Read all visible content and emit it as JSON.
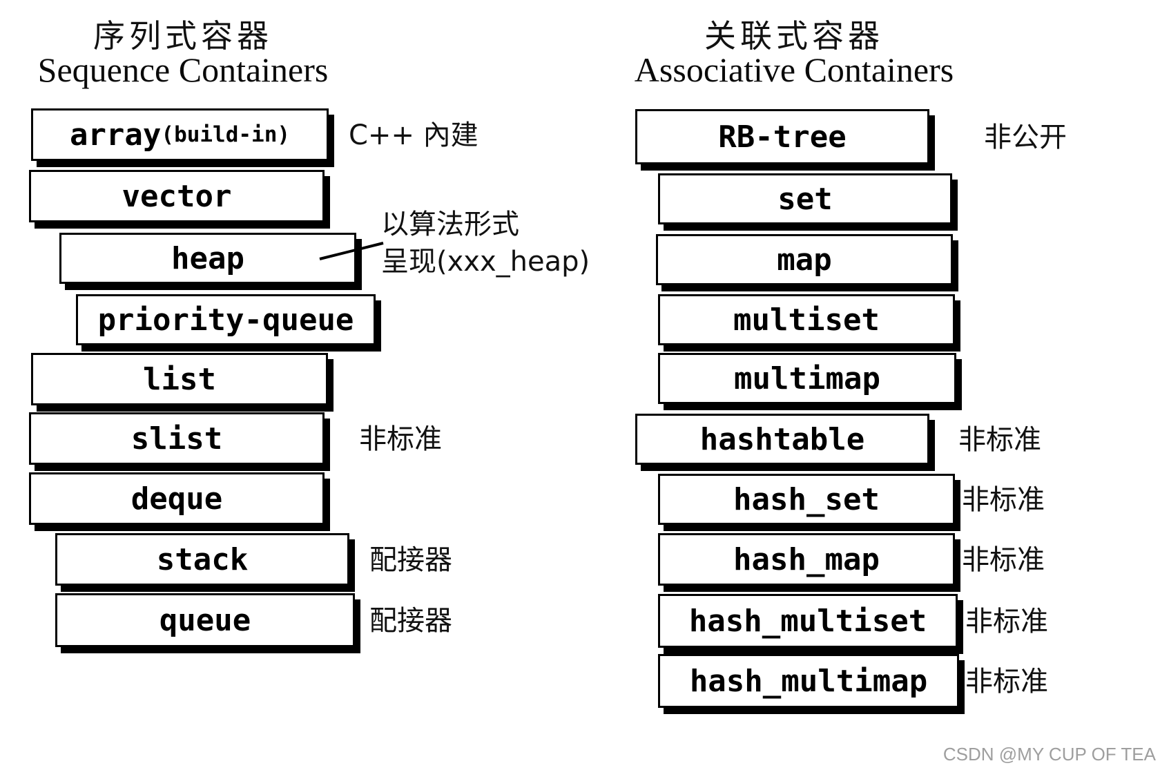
{
  "page": {
    "watermark": "CSDN @MY CUP OF TEA"
  },
  "left": {
    "title_zh": "序列式容器",
    "title_en": "Sequence Containers",
    "heap_note_line1": "以算法形式",
    "heap_note_line2": "呈现(xxx_heap)",
    "items": [
      {
        "label": "array",
        "suffix": "(build-in)",
        "note": "C++ 內建"
      },
      {
        "label": "vector",
        "suffix": "",
        "note": ""
      },
      {
        "label": "heap",
        "suffix": "",
        "note": ""
      },
      {
        "label": "priority-queue",
        "suffix": "",
        "note": ""
      },
      {
        "label": "list",
        "suffix": "",
        "note": ""
      },
      {
        "label": "slist",
        "suffix": "",
        "note": "非标准"
      },
      {
        "label": "deque",
        "suffix": "",
        "note": ""
      },
      {
        "label": "stack",
        "suffix": "",
        "note": "配接器"
      },
      {
        "label": "queue",
        "suffix": "",
        "note": "配接器"
      }
    ]
  },
  "right": {
    "title_zh": "关联式容器",
    "title_en": "Associative Containers",
    "items": [
      {
        "label": "RB-tree",
        "note": "非公开"
      },
      {
        "label": "set",
        "note": ""
      },
      {
        "label": "map",
        "note": ""
      },
      {
        "label": "multiset",
        "note": ""
      },
      {
        "label": "multimap",
        "note": ""
      },
      {
        "label": "hashtable",
        "note": "非标准"
      },
      {
        "label": "hash_set",
        "note": "非标准"
      },
      {
        "label": "hash_map",
        "note": "非标准"
      },
      {
        "label": "hash_multiset",
        "note": "非标准"
      },
      {
        "label": "hash_multimap",
        "note": "非标准"
      }
    ]
  }
}
